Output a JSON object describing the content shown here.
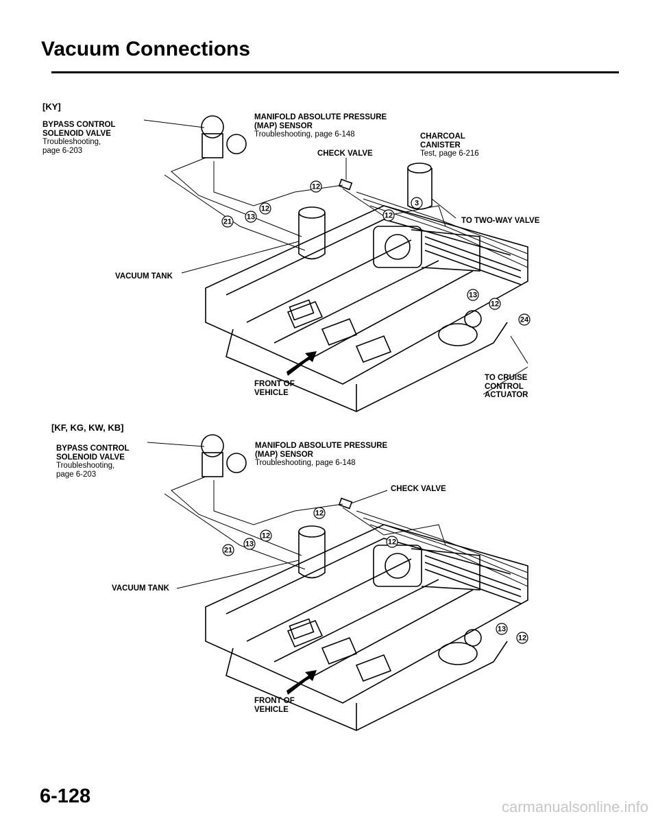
{
  "page": {
    "title": "Vacuum Connections",
    "page_number": "6-128",
    "watermark": "carmanualsonline.info"
  },
  "diagram_top": {
    "section": "[KY]",
    "bypass_valve": {
      "title": "BYPASS CONTROL\nSOLENOID VALVE",
      "ref": "Troubleshooting,\npage 6-203"
    },
    "map_sensor": {
      "title": "MANIFOLD ABSOLUTE PRESSURE\n(MAP) SENSOR",
      "ref": "Troubleshooting, page 6-148"
    },
    "charcoal_canister": {
      "title": "CHARCOAL\nCANISTER",
      "ref": "Test, page 6-216"
    },
    "check_valve": "CHECK VALVE",
    "two_way_valve": "TO TWO-WAY VALVE",
    "vacuum_tank": "VACUUM TANK",
    "front_of_vehicle": "FRONT OF\nVEHICLE",
    "cruise_actuator": "TO CRUISE\nCONTROL\nACTUATOR",
    "hose_numbers": [
      "12",
      "13",
      "21",
      "12",
      "12",
      "3",
      "13",
      "12",
      "24"
    ]
  },
  "diagram_bottom": {
    "section": "[KF, KG, KW, KB]",
    "bypass_valve": {
      "title": "BYPASS CONTROL\nSOLENOID VALVE",
      "ref": "Troubleshooting,\npage 6-203"
    },
    "map_sensor": {
      "title": "MANIFOLD ABSOLUTE PRESSURE\n(MAP) SENSOR",
      "ref": "Troubleshooting, page 6-148"
    },
    "check_valve": "CHECK VALVE",
    "vacuum_tank": "VACUUM TANK",
    "front_of_vehicle": "FRONT OF\nVEHICLE",
    "hose_numbers": [
      "12",
      "13",
      "21",
      "12",
      "12",
      "13",
      "12"
    ]
  }
}
